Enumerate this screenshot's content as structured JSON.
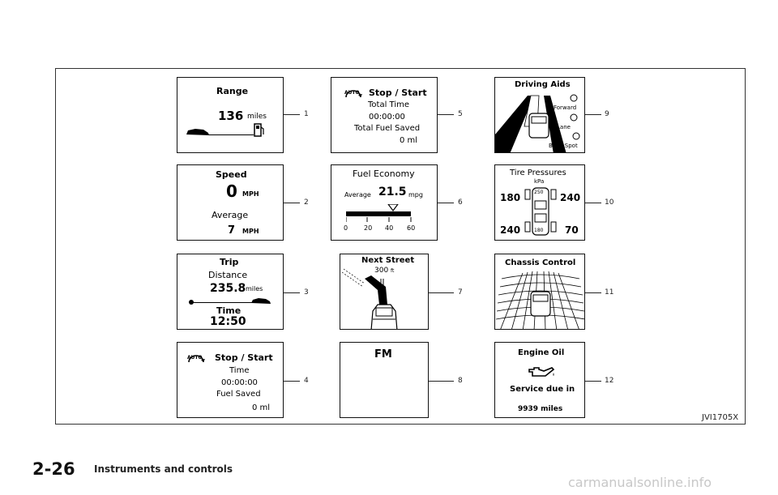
{
  "panels": {
    "p1": {
      "title": "Range",
      "value": "136",
      "unit": "miles"
    },
    "p2": {
      "title": "Speed",
      "value": "0",
      "unit": "MPH",
      "avg_label": "Average",
      "avg_value": "7",
      "avg_unit": "MPH"
    },
    "p3": {
      "title": "Trip",
      "subtitle": "Distance",
      "value": "235.8",
      "unit": "miles",
      "time_label": "Time",
      "time_value": "12:50"
    },
    "p4": {
      "auto": "AUTO",
      "title": "Stop / Start",
      "l1": "Time",
      "l2": "00:00:00",
      "l3": "Fuel Saved",
      "l4": "0 ml"
    },
    "p5": {
      "auto": "AUTO",
      "title": "Stop / Start",
      "l1": "Total Time",
      "l2": "00:00:00",
      "l3": "Total Fuel Saved",
      "l4": "0 ml"
    },
    "p6": {
      "title": "Fuel Economy",
      "avg_label": "Average",
      "value": "21.5",
      "unit": "mpg",
      "ticks": [
        "0",
        "20",
        "40",
        "60"
      ]
    },
    "p7": {
      "title": "Next Street",
      "distance": "300",
      "dist_unit": "ft"
    },
    "p8": {
      "title": "FM"
    },
    "p9": {
      "title": "Driving Aids",
      "forward": "Forward",
      "lane": "Lane",
      "blind": "Blind Spot"
    },
    "p10": {
      "title": "Tire Pressures",
      "unit": "kPa",
      "fl": "180",
      "fr": "240",
      "rl": "240",
      "rr": "70",
      "front_badge": "250",
      "rear_badge": "180"
    },
    "p11": {
      "title": "Chassis Control"
    },
    "p12": {
      "title": "Engine Oil",
      "l1": "Service due in",
      "l2": "9939 miles"
    }
  },
  "callouts": [
    "1",
    "2",
    "3",
    "4",
    "5",
    "6",
    "7",
    "8",
    "9",
    "10",
    "11",
    "12"
  ],
  "figure_code": "JVI1705X",
  "footer": {
    "page": "2-26",
    "section": "Instruments and controls"
  },
  "watermark": "carmanualsonline.info"
}
